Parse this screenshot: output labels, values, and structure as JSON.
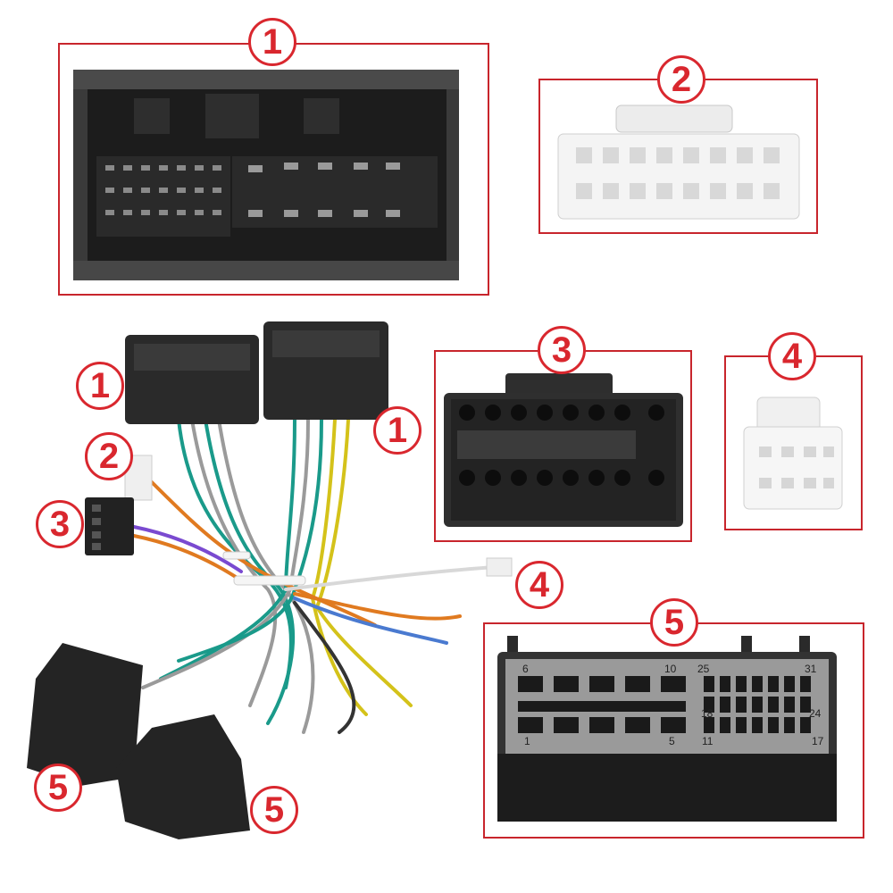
{
  "badges": {
    "top_1": "1",
    "top_2": "2",
    "mid_3": "3",
    "mid_4": "4",
    "mid_5": "5",
    "harness_1_left": "1",
    "harness_1_right": "1",
    "harness_2": "2",
    "harness_3": "3",
    "harness_4": "4",
    "harness_5_left": "5",
    "harness_5_right": "5"
  },
  "connector_5_pins": {
    "p6": "6",
    "p10": "10",
    "p25": "25",
    "p31": "31",
    "p18": "18",
    "p24": "24",
    "p1": "1",
    "p5": "5",
    "p11": "11",
    "p17": "17"
  },
  "colors": {
    "frame": "#c8252c",
    "badge": "#d9272e",
    "connector_dark": "#2b2b2b",
    "connector_white": "#f2f2f2"
  }
}
